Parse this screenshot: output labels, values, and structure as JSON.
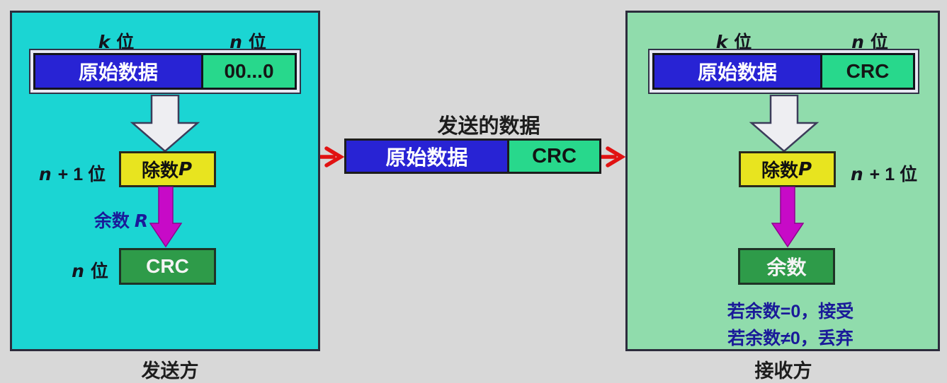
{
  "colors": {
    "page_bg": "#d8d8d8",
    "sender_panel_bg": "#1bd5d3",
    "receiver_panel_bg": "#90dcac",
    "data_blue": "#2823d4",
    "crc_spring_green": "#28d88c",
    "divisor_yellow": "#e8e41f",
    "result_dark_green": "#2e9b49",
    "magenta_arrow": "#c70ac7",
    "red_arrow": "#e11212",
    "note_navy": "#1a1a99"
  },
  "sender": {
    "k_label": {
      "var": "k",
      "unit": " 位"
    },
    "n_label": {
      "var": "n",
      "unit": " 位"
    },
    "data_box": "原始数据",
    "zeros_box": "00...0",
    "divisor_side_label": {
      "var": "n",
      "rest": " + 1 位"
    },
    "divisor_box": {
      "text": "除数 ",
      "var": "P"
    },
    "remainder_label": {
      "text": "余数 ",
      "var": "R"
    },
    "crc_side_label": {
      "var": "n",
      "unit": " 位"
    },
    "crc_box": "CRC",
    "caption": "发送方"
  },
  "middle": {
    "title": "发送的数据",
    "data_box": "原始数据",
    "crc_box": "CRC"
  },
  "receiver": {
    "k_label": {
      "var": "k",
      "unit": " 位"
    },
    "n_label": {
      "var": "n",
      "unit": " 位"
    },
    "data_box": "原始数据",
    "crc_box": "CRC",
    "divisor_box": {
      "text": "除数 ",
      "var": "P"
    },
    "divisor_side_label": {
      "var": "n",
      "rest": " + 1 位"
    },
    "remainder_box": "余数",
    "note_accept": "若余数=0，接受",
    "note_discard": "若余数≠0，丢弃",
    "caption": "接收方"
  }
}
